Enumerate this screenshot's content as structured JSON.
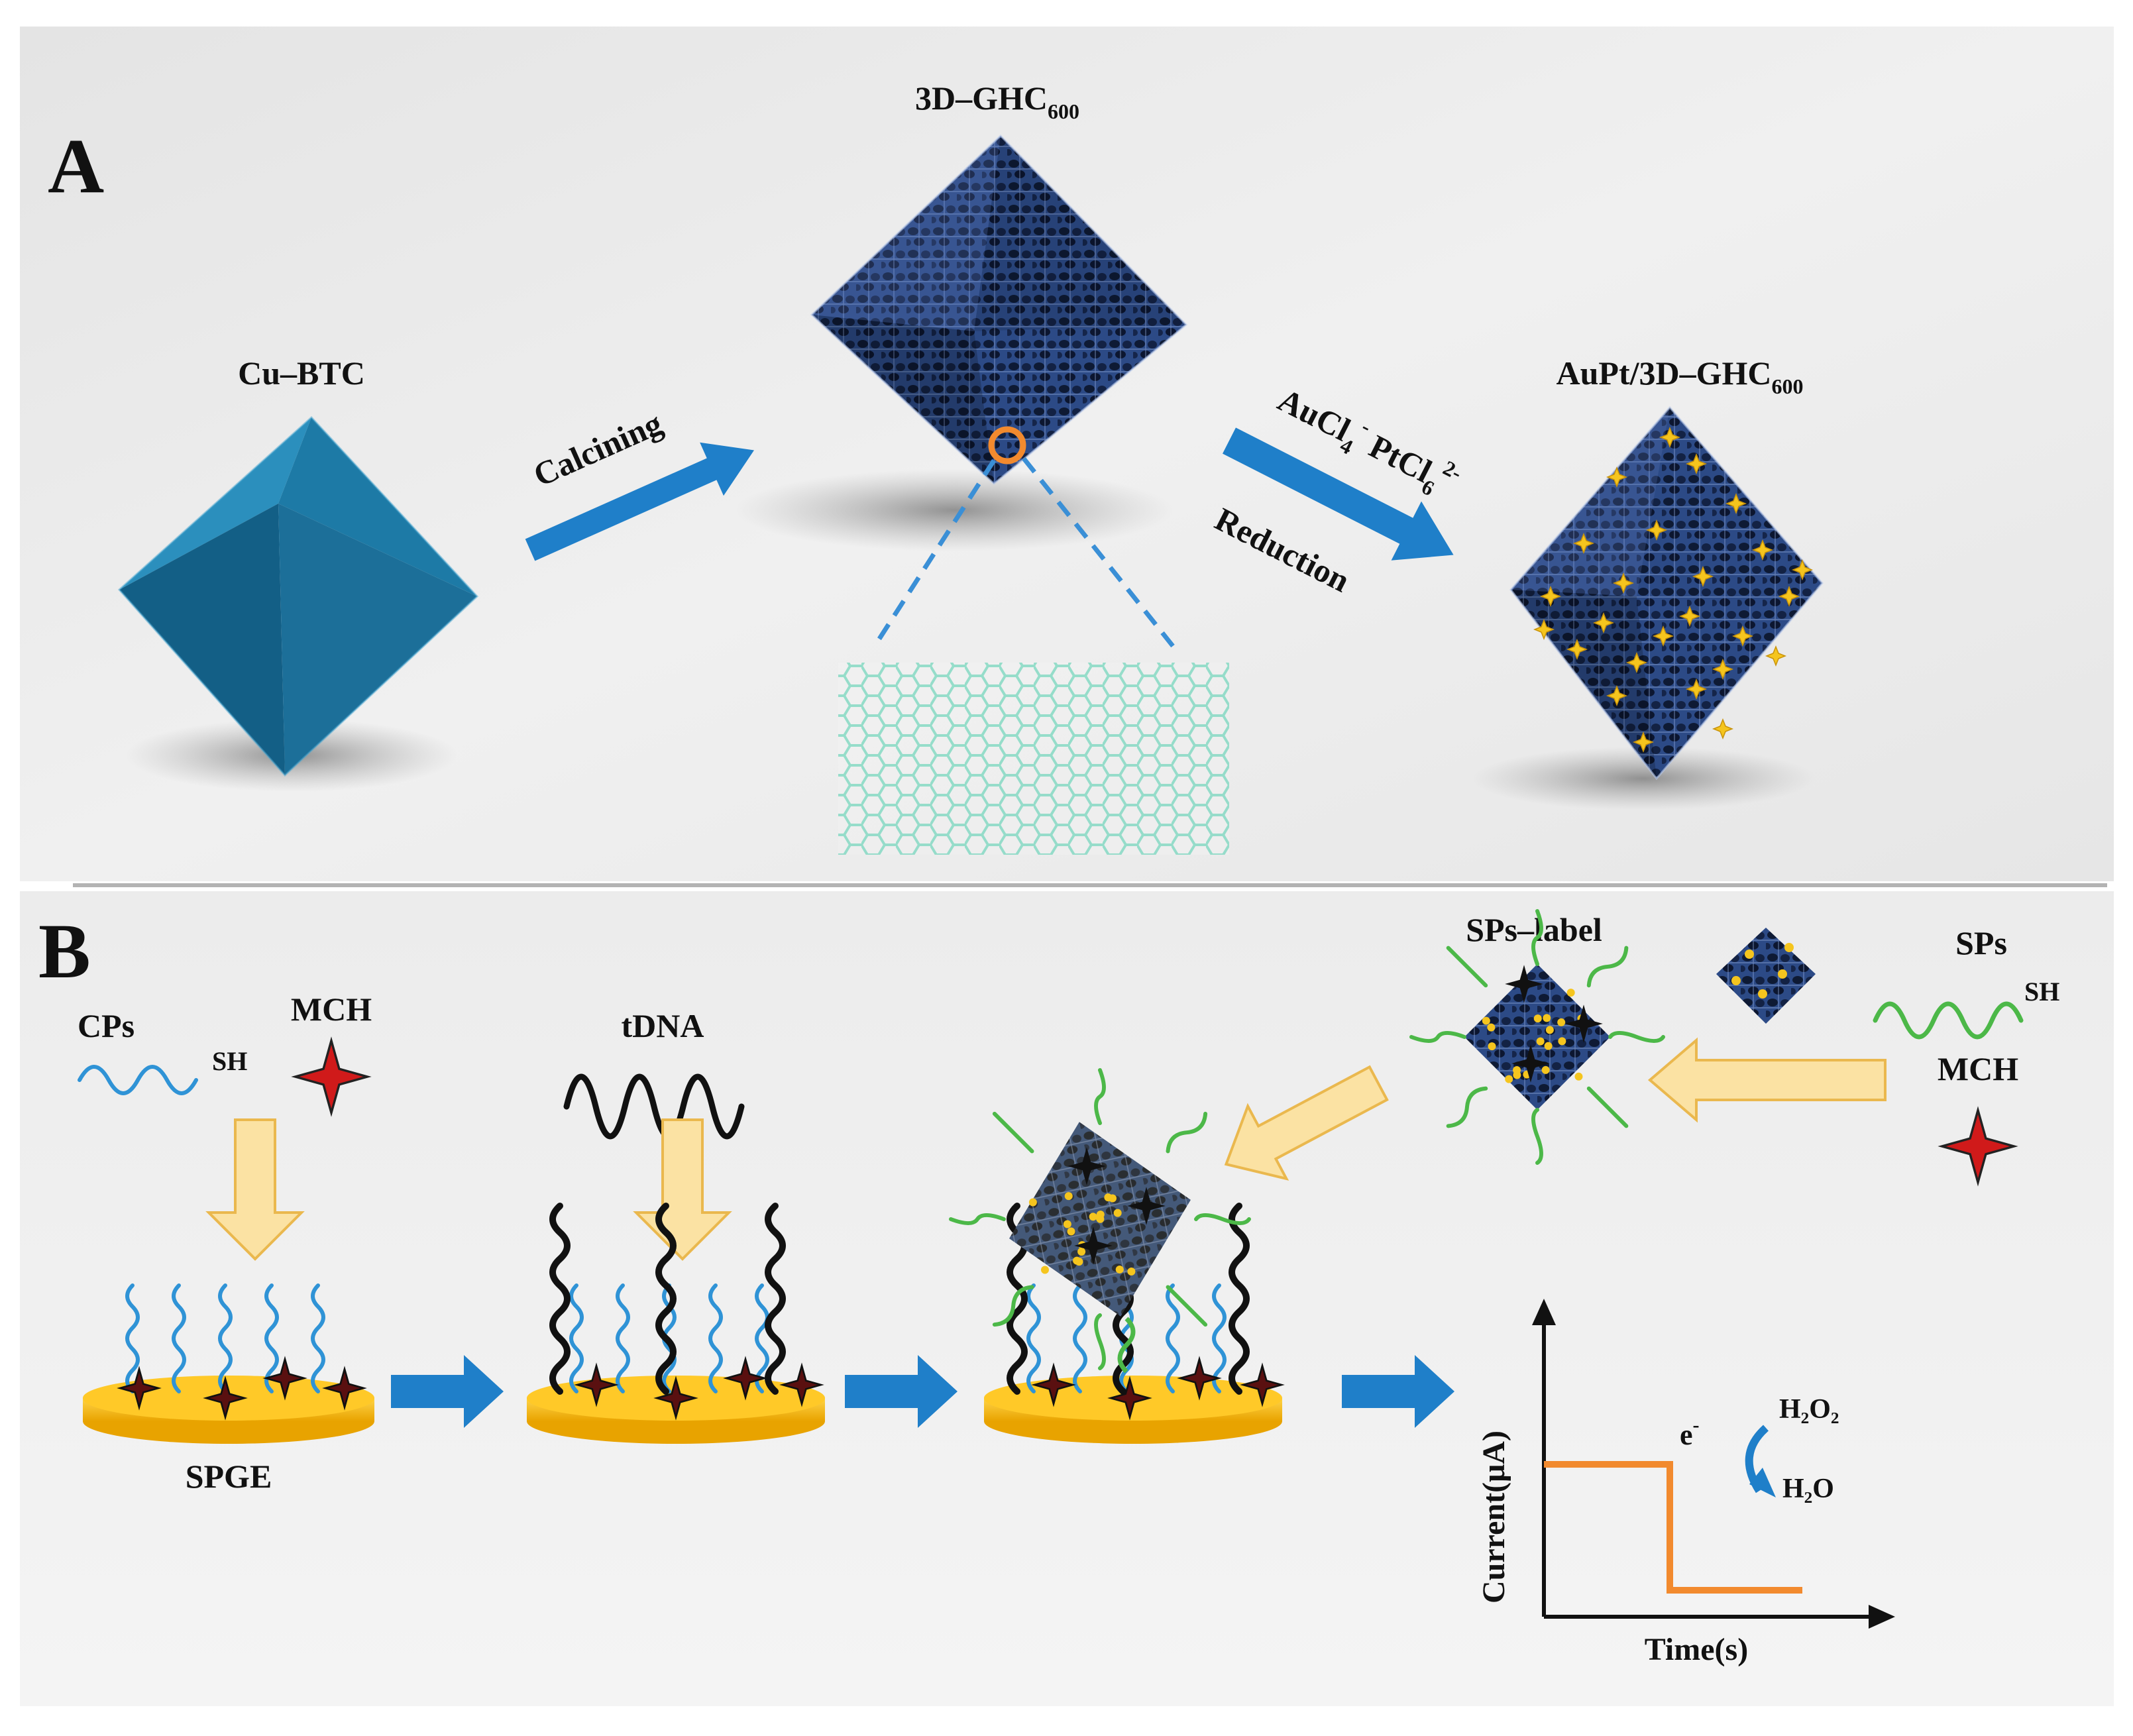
{
  "panel_a": {
    "letter": "A",
    "cu_btc": "Cu–BTC",
    "calcining": "Calcining",
    "ghc_base": "3D–GHC",
    "ghc_sub": "600",
    "aupt_base": "AuPt/3D–GHC",
    "aupt_sub": "600",
    "reagent_au": "AuCl",
    "reagent_au_sub": "4",
    "reagent_au_sup": "-",
    "reagent_pt": "PtCl",
    "reagent_pt_sub": "6",
    "reagent_pt_sup": "2-",
    "reduction": "Reduction"
  },
  "panel_b": {
    "letter": "B",
    "cps": "CPs",
    "sh": "SH",
    "mch": "MCH",
    "tdna": "tDNA",
    "spge": "SPGE",
    "sps_label": "SPs–label",
    "sps": "SPs",
    "sps_sh": "SH",
    "mch2": "MCH",
    "graph": {
      "ylabel": "Current(μA)",
      "xlabel": "Time(s)",
      "electron": "e",
      "electron_sup": "-",
      "h2o2": "H₂O₂",
      "h2o": "H₂O"
    }
  },
  "colors": {
    "blue_arrow": "#1f7fc9",
    "yellow_arrow": "#f6d88a",
    "octahedron": "#1a6d95",
    "framework": "#243c6e",
    "gold": "#f5c51e",
    "cp_strand": "#2f93d6",
    "tdna_strand": "#111111",
    "sp_strand": "#4cb848",
    "mch_star": "#d01a1a",
    "electrode": "#f5b800",
    "graph_line": "#f28a2e",
    "graphene": "#7fd8c0"
  }
}
